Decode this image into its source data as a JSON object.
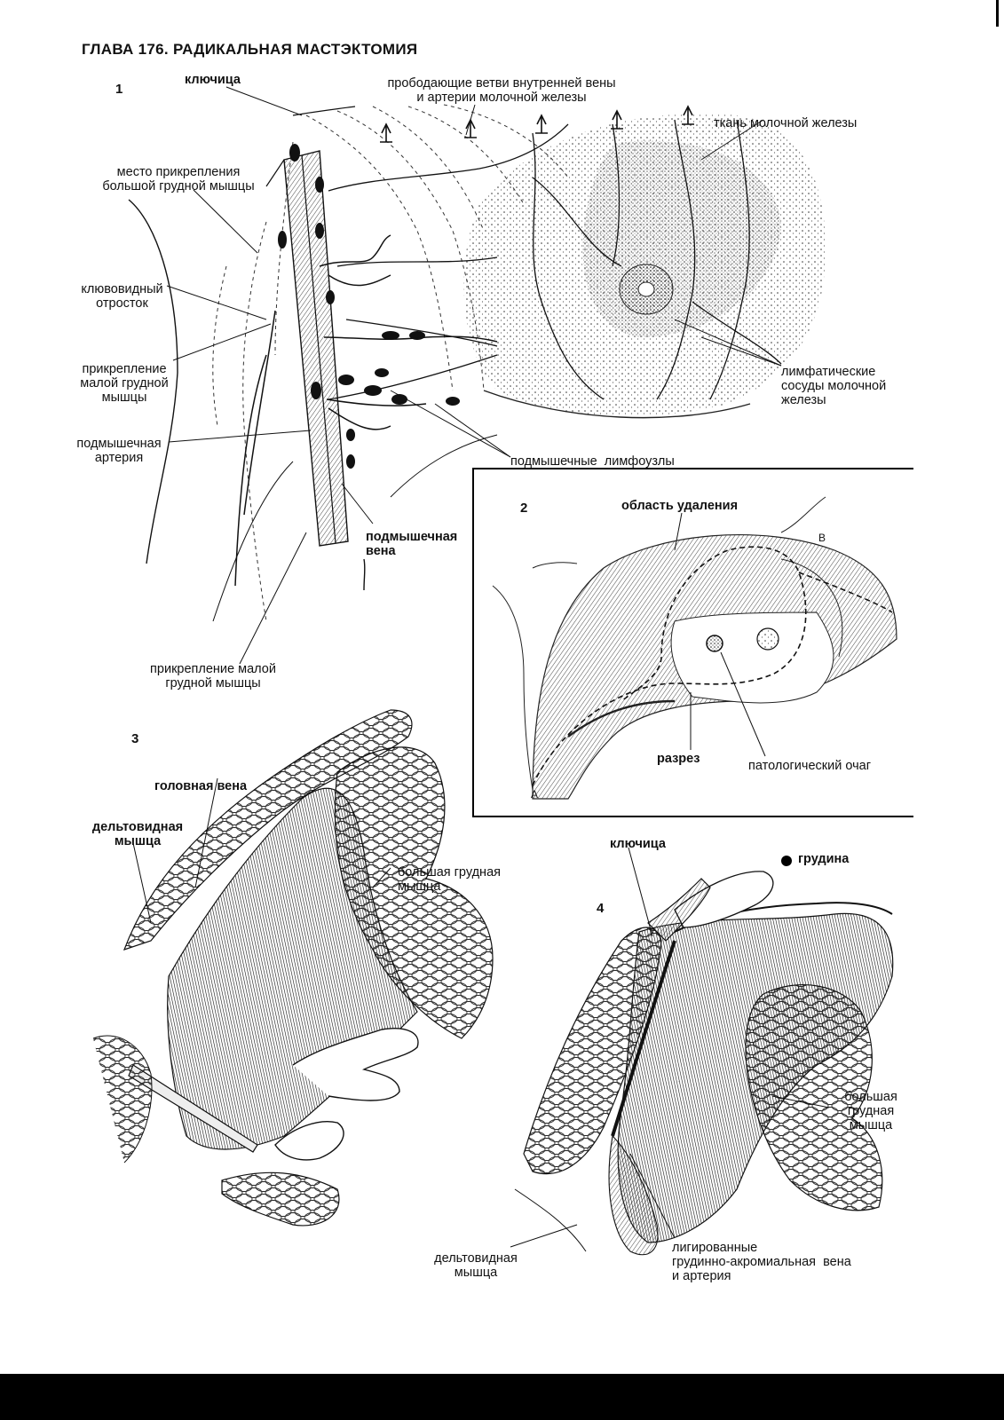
{
  "header": "ГЛАВА 176. РАДИКАЛЬНАЯ МАСТЭКТОМИЯ",
  "figure1": {
    "number": "1",
    "labels": {
      "clavicle": "ключица",
      "perforating": "прободающие ветви внутренней вены\nи артерии молочной железы",
      "breast_tissue": "ткань молочной железы",
      "pec_major_insertion": "место прикрепления\nбольшой грудной мышцы",
      "coracoid": "клювовидный\nотросток",
      "pec_minor_attach": "прикрепление\nмалой грудной\nмышцы",
      "axillary_artery": "подмышечная\nартерия",
      "lymph_vessels": "лимфатические\nсосуды молочной\nжелезы",
      "axillary_nodes": "подмышечные  лимфоузлы",
      "axillary_vein": "подмышечная\nвена",
      "pec_minor_attach_bottom": "прикрепление малой\nгрудной мышцы"
    }
  },
  "figure2": {
    "number": "2",
    "labels": {
      "removal_area": "область удаления",
      "point_b": "В",
      "point_a": "А",
      "incision": "разрез",
      "lesion": "патологический очаг"
    }
  },
  "figure3": {
    "number": "3",
    "labels": {
      "cephalic_vein": "головная вена",
      "deltoid": "дельтовидная\nмышца",
      "pec_major": "большая грудная\nмышца"
    }
  },
  "figure4": {
    "number": "4",
    "labels": {
      "clavicle": "ключица",
      "sternum": "грудина",
      "pec_major": "большая\nгрудная\nмышца",
      "deltoid": "дельтовидная\nмышца",
      "ligated": "лигированные\nгрудинно-акромиальная  вена\nи артерия"
    }
  }
}
